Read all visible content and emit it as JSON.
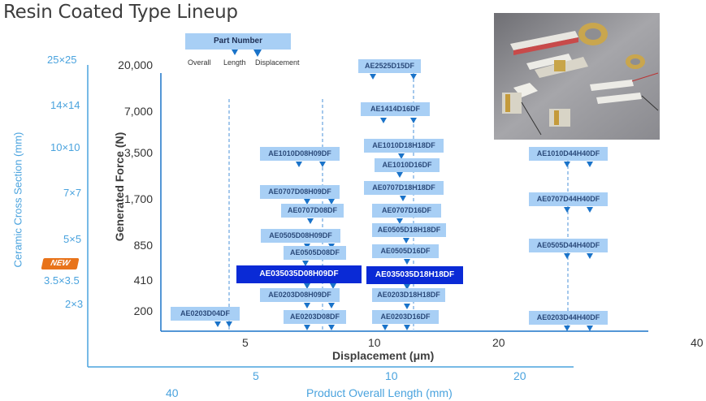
{
  "title": "Resin Coated Type Lineup",
  "axes": {
    "y_left_title": "Ceramic Cross Section (mm)",
    "y_right_title": "Generated Force (N)",
    "x_top_title": "Displacement (μm)",
    "x_bottom_title": "Product Overall Length (mm)"
  },
  "cross_sections": [
    "25×25",
    "14×14",
    "10×10",
    "7×7",
    "5×5",
    "3.5×3.5",
    "2×3"
  ],
  "forces": [
    "20,000",
    "7,000",
    "3,500",
    "1,700",
    "850",
    "410",
    "200"
  ],
  "displacement_ticks": [
    "5",
    "10",
    "20",
    "40"
  ],
  "length_ticks": [
    "40",
    "5",
    "10",
    "20"
  ],
  "legend": {
    "tag": "Part Number",
    "overall": "Overall",
    "length": "Length",
    "displacement": "Displacement"
  },
  "new_badge": "NEW",
  "parts": {
    "p1": "AE2525D15DF",
    "p2": "AE1414D16DF",
    "p3": "AE1010D08H09DF",
    "p4": "AE1010D18H18DF",
    "p5": "AE1010D16DF",
    "p6": "AE1010D44H40DF",
    "p7": "AE0707D08H09DF",
    "p8": "AE0707D18H18DF",
    "p9": "AE0707D08DF",
    "p10": "AE0707D16DF",
    "p11": "AE0707D44H40DF",
    "p12": "AE0505D08H09DF",
    "p13": "AE0505D18H18DF",
    "p14": "AE0505D08DF",
    "p15": "AE0505D16DF",
    "p16": "AE0505D44H40DF",
    "p17": "AE035035D08H09DF",
    "p18": "AE035035D18H18DF",
    "p19": "AE0203D08H09DF",
    "p20": "AE0203D18H18DF",
    "p21": "AE0203D04DF",
    "p22": "AE0203D08DF",
    "p23": "AE0203D16DF",
    "p24": "AE0203D44H40DF"
  }
}
